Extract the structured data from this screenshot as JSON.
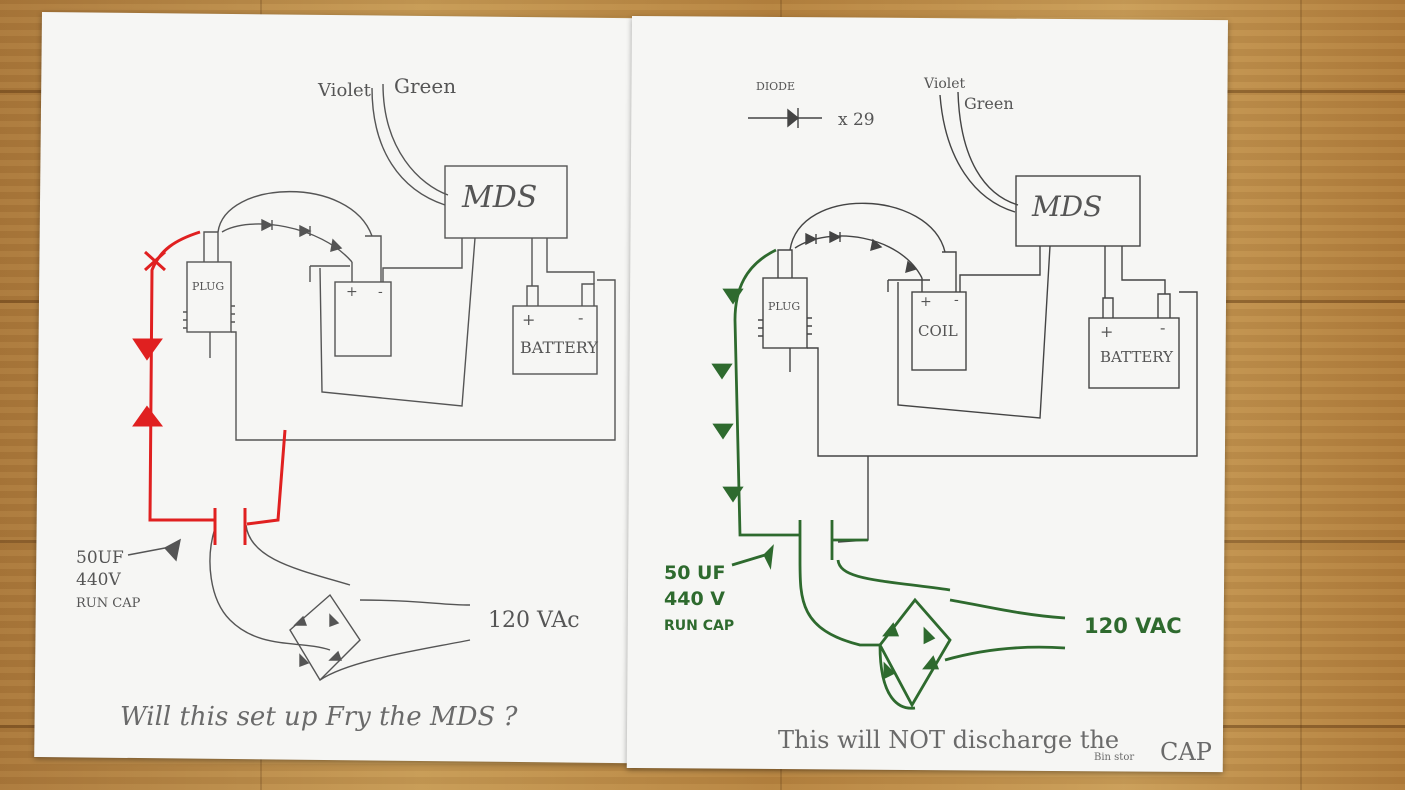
{
  "left_sheet": {
    "violet": "Violet",
    "green": "Green",
    "mds": "MDS",
    "plug": "PLUG",
    "plus": "+",
    "minus": "-",
    "battery_plus": "+",
    "battery_minus": "-",
    "battery": "BATTERY",
    "cap_line1": "50UF",
    "cap_line2": "440V",
    "cap_line3": "RUN CAP",
    "vac": "120 VAc",
    "question": "Will this set up Fry the MDS ?"
  },
  "right_sheet": {
    "diode_label": "DIODE",
    "diode_count": "x 29",
    "violet": "Violet",
    "green": "Green",
    "mds": "MDS",
    "plug": "PLUG",
    "coil": "COIL",
    "plus": "+",
    "minus": "-",
    "battery_plus": "+",
    "battery_minus": "-",
    "battery": "BATTERY",
    "cap_line1": "50 UF",
    "cap_line2": "440 V",
    "cap_line3": "RUN CAP",
    "vac": "120 VAC",
    "note": "This will NOT discharge the",
    "note2": "CAP",
    "note_small": "Bin stor"
  },
  "colors": {
    "pencil": "#555555",
    "red_marker": "#e02020",
    "green_marker": "#2e6a2e",
    "paper": "#f6f6f4"
  }
}
